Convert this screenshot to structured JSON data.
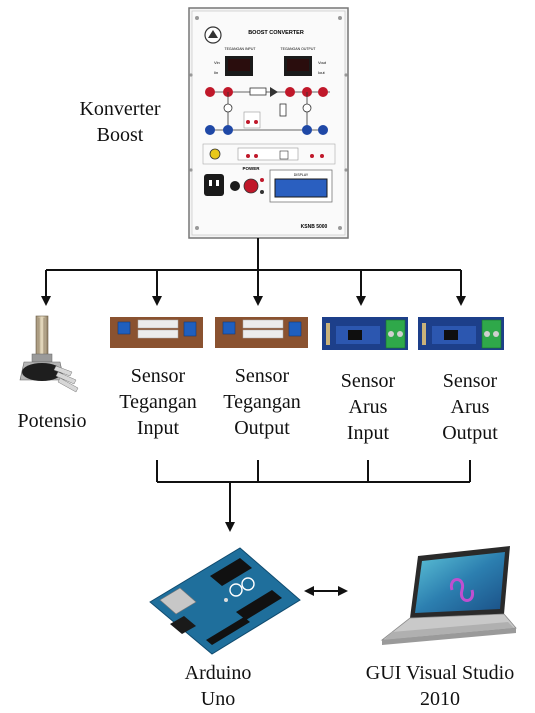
{
  "boost_panel": {
    "title": "BOOST CONVERTER",
    "meter_left": "TEGANGAN INPUT",
    "meter_right": "TEGANGAN OUTPUT",
    "power": "POWER",
    "display": "DISPLAY",
    "model": "KSNB 5000"
  },
  "converter_label": [
    "Konverter",
    "Boost"
  ],
  "components": [
    {
      "id": "potensio",
      "lines": [
        "Potensio"
      ]
    },
    {
      "id": "sensor-tegangan-input",
      "lines": [
        "Sensor",
        "Tegangan",
        "Input"
      ]
    },
    {
      "id": "sensor-tegangan-output",
      "lines": [
        "Sensor",
        "Tegangan",
        "Output"
      ]
    },
    {
      "id": "sensor-arus-input",
      "lines": [
        "Sensor",
        "Arus",
        "Input"
      ]
    },
    {
      "id": "sensor-arus-output",
      "lines": [
        "Sensor",
        "Arus",
        "Output"
      ]
    }
  ],
  "arduino_label": [
    "Arduino",
    "Uno"
  ],
  "gui_label": [
    "GUI Visual Studio",
    "2010"
  ],
  "colors": {
    "line": "#111111",
    "arduino_board": "#1f6f9c",
    "voltage_sensor_board": "#8a5230",
    "current_sensor_board": "#1d3f8a",
    "terminal_block": "#2fa84a"
  }
}
